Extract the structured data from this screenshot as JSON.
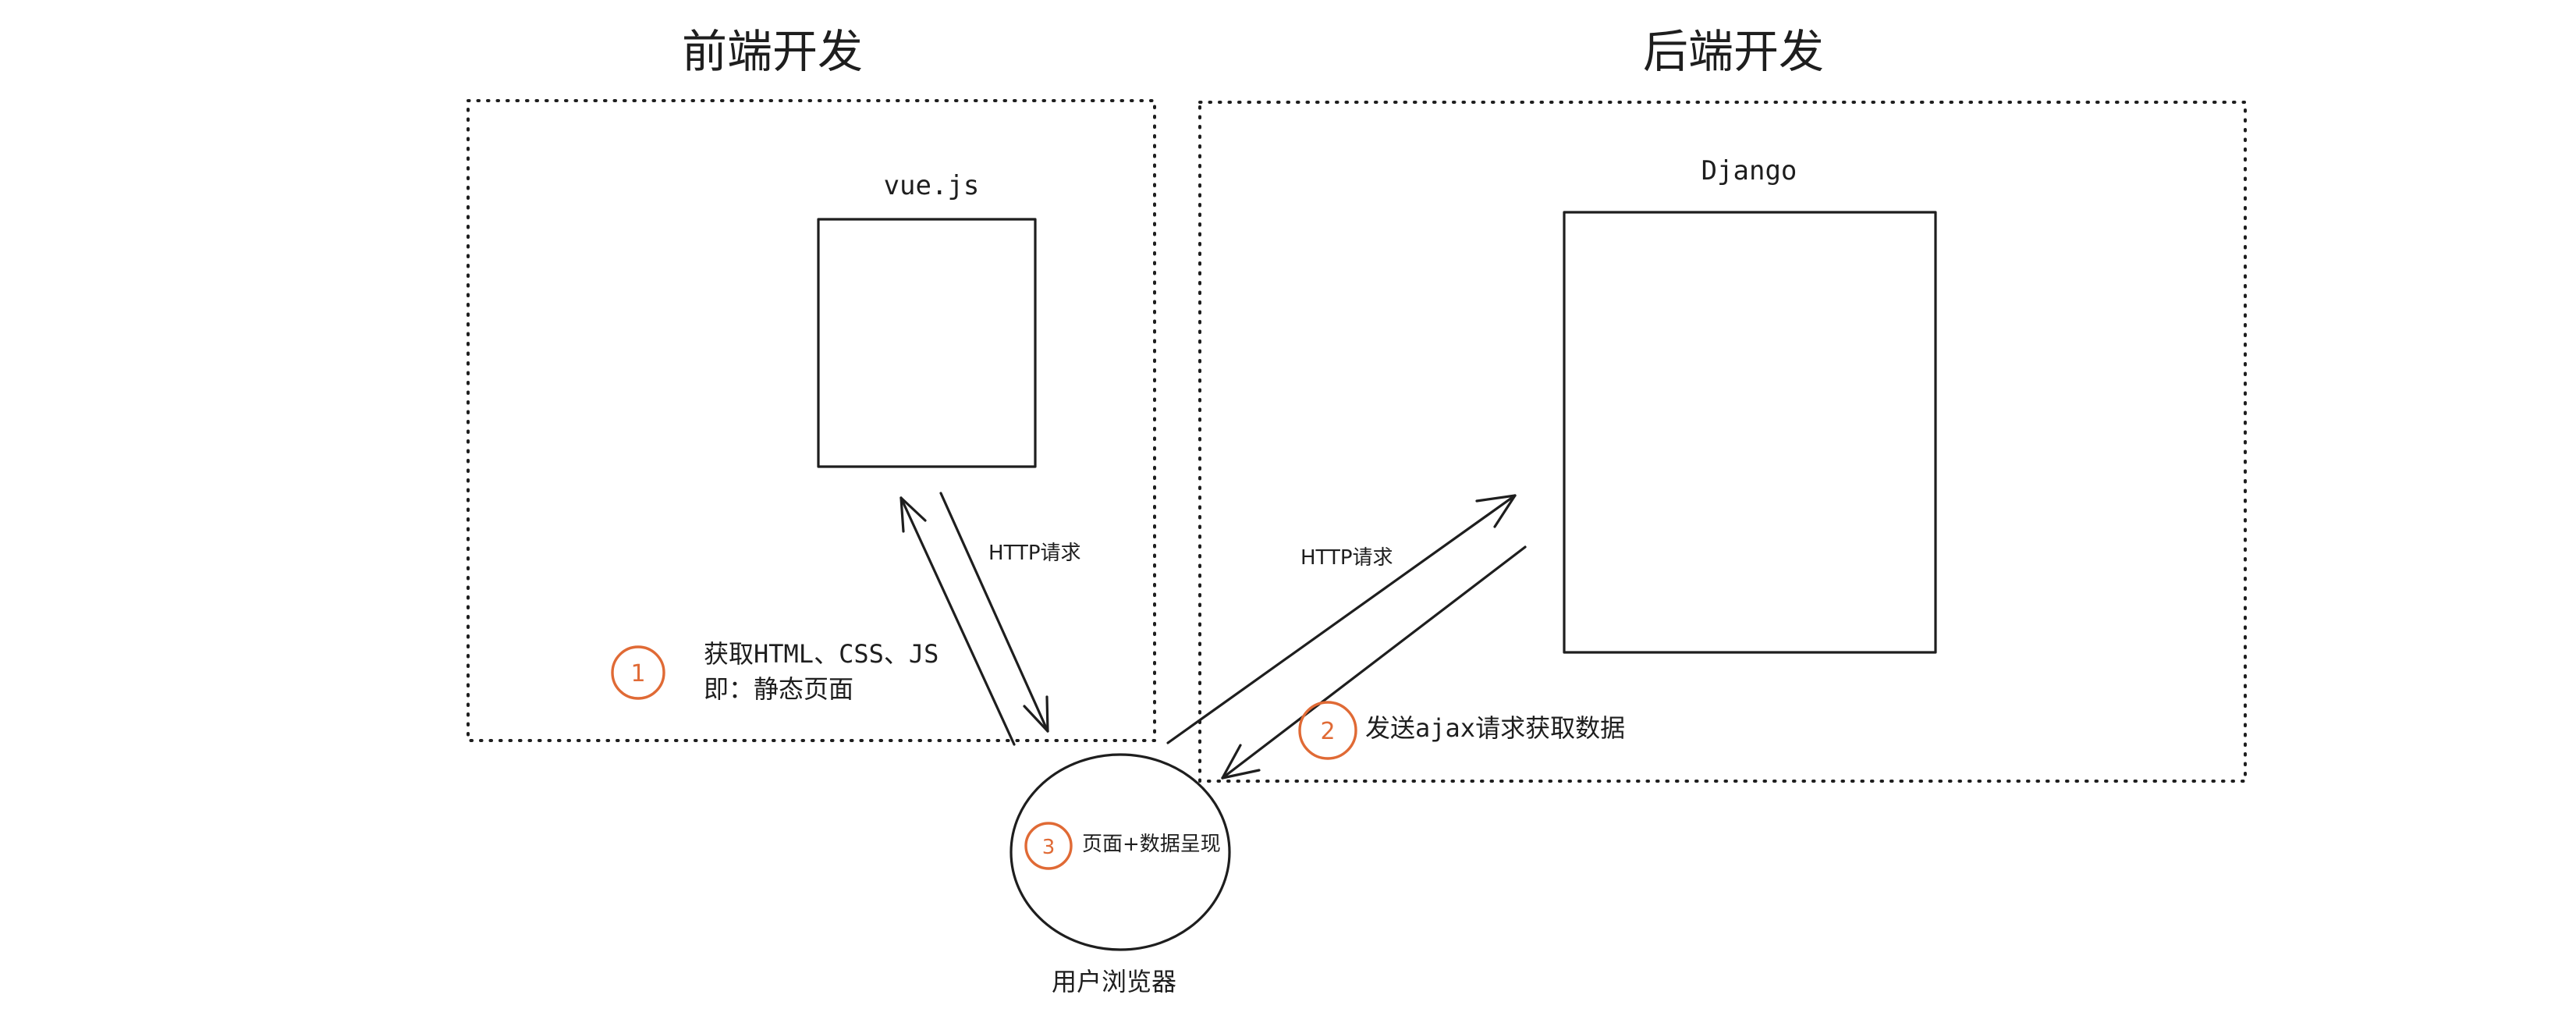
{
  "frontend": {
    "title": "前端开发",
    "framework_label": "vue.js"
  },
  "backend": {
    "title": "后端开发",
    "framework_label": "Django"
  },
  "browser": {
    "label": "用户浏览器",
    "step": {
      "number": "3",
      "text": "页面+数据呈现"
    }
  },
  "steps": [
    {
      "number": "1",
      "lines": [
        "获取HTML、CSS、JS",
        "即：静态页面"
      ]
    },
    {
      "number": "2",
      "lines": [
        "发送ajax请求获取数据"
      ]
    }
  ],
  "arrows": [
    {
      "label": "HTTP请求"
    },
    {
      "label": "HTTP请求"
    }
  ],
  "colors": {
    "ink": "#1e1e1e",
    "accent": "#e06a35",
    "background": "#ffffff"
  }
}
